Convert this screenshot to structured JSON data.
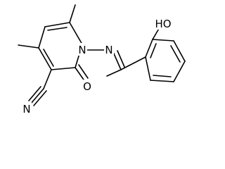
{
  "molecule": {
    "atom_labels": {
      "ring_nitrogen": "N",
      "imine_nitrogen": "N",
      "carbonyl_oxygen": "O",
      "nitrile_nitrogen": "N",
      "hydroxyl_group": "HO"
    },
    "colors": {
      "bond": "#000000",
      "text": "#000000",
      "background": "#ffffff"
    }
  }
}
